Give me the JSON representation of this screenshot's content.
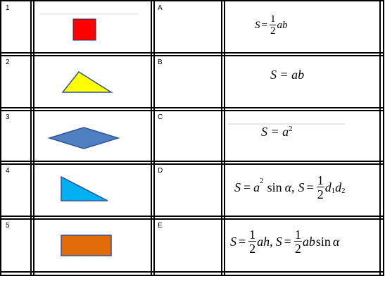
{
  "rows": [
    {
      "number": "1",
      "letter": "A",
      "shape": "square",
      "color": "#ff0000"
    },
    {
      "number": "2",
      "letter": "B",
      "shape": "triangle",
      "color": "#ffff00"
    },
    {
      "number": "3",
      "letter": "C",
      "shape": "rhombus",
      "color": "#4f7fc0"
    },
    {
      "number": "4",
      "letter": "D",
      "shape": "right-triangle",
      "color": "#00b0f0"
    },
    {
      "number": "5",
      "letter": "E",
      "shape": "rectangle",
      "color": "#e36c0a"
    }
  ],
  "formulas": {
    "a": {
      "lhs": "S",
      "eq": "=",
      "num": "1",
      "den": "2",
      "rest": "ab"
    },
    "b": {
      "text": "S = ab"
    },
    "c": {
      "lhs": "S = a",
      "exp": "2"
    },
    "d": {
      "lhs1": "S",
      "eq": "=",
      "a": "a",
      "exp": "2",
      "sin": "sin",
      "alpha": "α",
      "comma": ",",
      "lhs2": "S",
      "num": "1",
      "den": "2",
      "d": "d",
      "sub1": "1",
      "sub2": "2"
    },
    "e": {
      "lhs1": "S",
      "eq": "=",
      "num1": "1",
      "den1": "2",
      "rest1": "ah",
      "comma": ",",
      "lhs2": "S",
      "num2": "1",
      "den2": "2",
      "rest2": "ab",
      "sin": "sin",
      "alpha": "α"
    }
  }
}
